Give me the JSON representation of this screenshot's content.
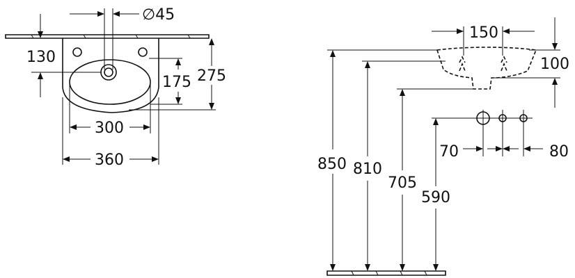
{
  "drawing": {
    "title": "",
    "plan_view": {
      "drain_dia": "∅45",
      "depth_130": "130",
      "depth_175": "175",
      "depth_275": "275",
      "bowl_width_300": "300",
      "overall_width_360": "360"
    },
    "side_view": {
      "drain_150": "150",
      "rim_100": "100",
      "height_850": "850",
      "height_810": "810",
      "height_705": "705",
      "height_590": "590",
      "spacing_70": "70",
      "spacing_80": "80"
    }
  }
}
